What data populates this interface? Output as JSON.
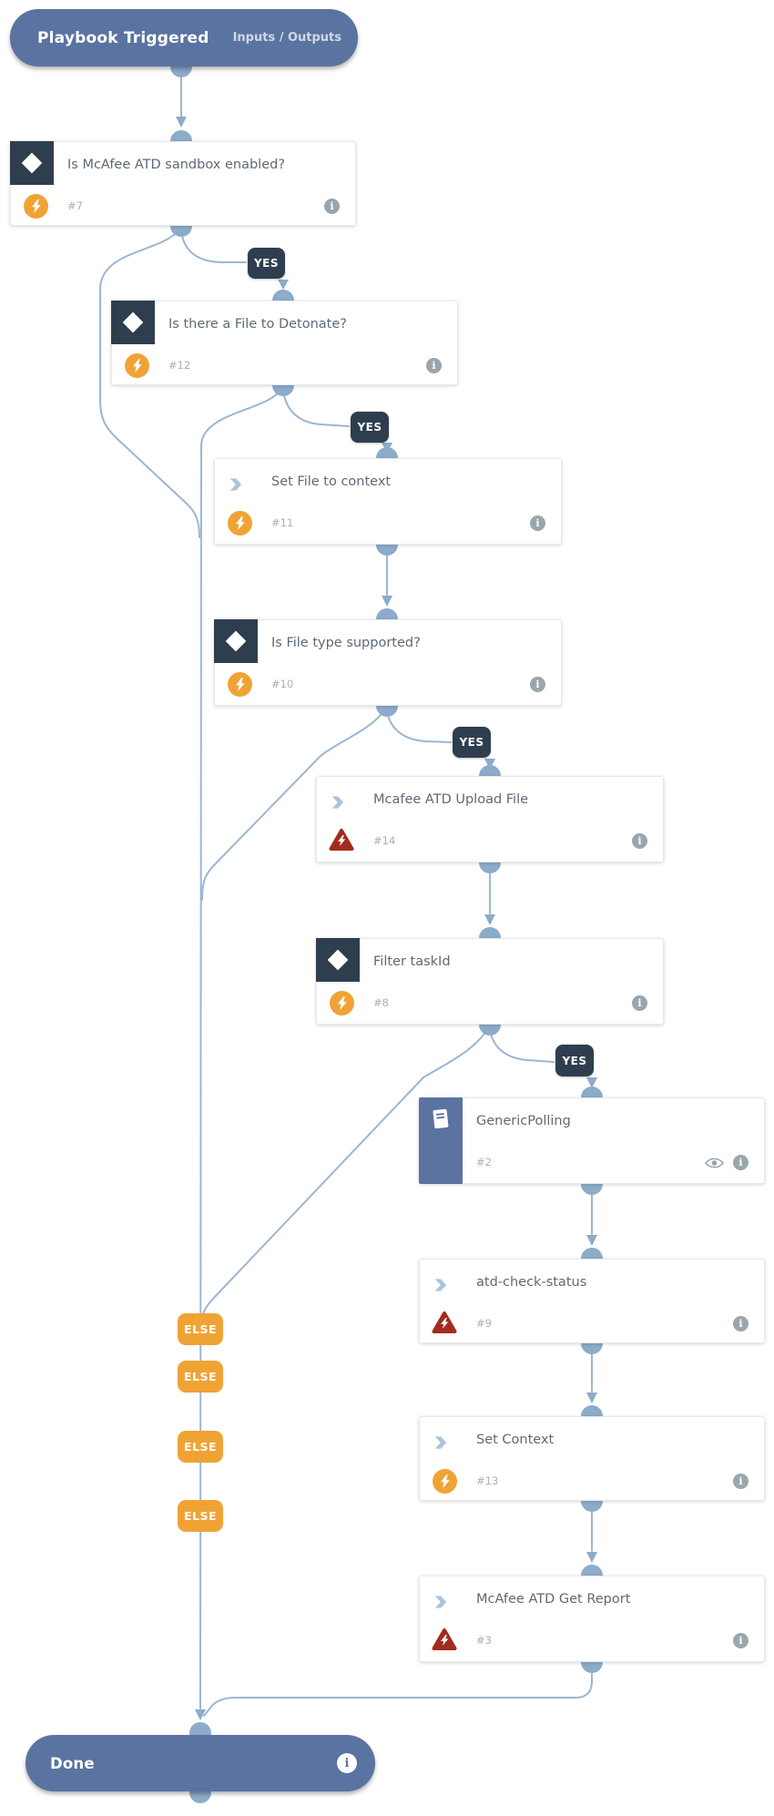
{
  "header": {
    "title": "Playbook Triggered",
    "menu": "Inputs / Outputs"
  },
  "done": {
    "label": "Done"
  },
  "labels": {
    "yes": "YES",
    "else": "ELSE"
  },
  "nodes": [
    {
      "id": "7",
      "type": "condition",
      "label": "Is McAfee ATD sandbox enabled?",
      "number": "#7"
    },
    {
      "id": "12",
      "type": "condition",
      "label": "Is there a File to Detonate?",
      "number": "#12"
    },
    {
      "id": "11",
      "type": "task",
      "label": "Set File to context",
      "number": "#11"
    },
    {
      "id": "10",
      "type": "condition",
      "label": "Is File type supported?",
      "number": "#10"
    },
    {
      "id": "14",
      "type": "task",
      "label": "Mcafee ATD Upload File",
      "number": "#14"
    },
    {
      "id": "8",
      "type": "condition",
      "label": "Filter taskId",
      "number": "#8"
    },
    {
      "id": "2",
      "type": "playbook",
      "label": "GenericPolling",
      "number": "#2"
    },
    {
      "id": "9",
      "type": "task",
      "label": "atd-check-status",
      "number": "#9"
    },
    {
      "id": "13",
      "type": "task",
      "label": "Set Context",
      "number": "#13"
    },
    {
      "id": "3",
      "type": "task",
      "label": "McAfee ATD Get Report",
      "number": "#3"
    }
  ],
  "colors": {
    "slate": "#5a73a1",
    "dark": "#2e3e4f",
    "orange": "#f0a335",
    "red": "#a32b20",
    "edge": "#9cb6d2",
    "port": "#8dabcb",
    "chevron": "#a9c4dd",
    "title": "#5e6a76",
    "muted": "#a8b0b8",
    "info": "#9aa6ad"
  }
}
